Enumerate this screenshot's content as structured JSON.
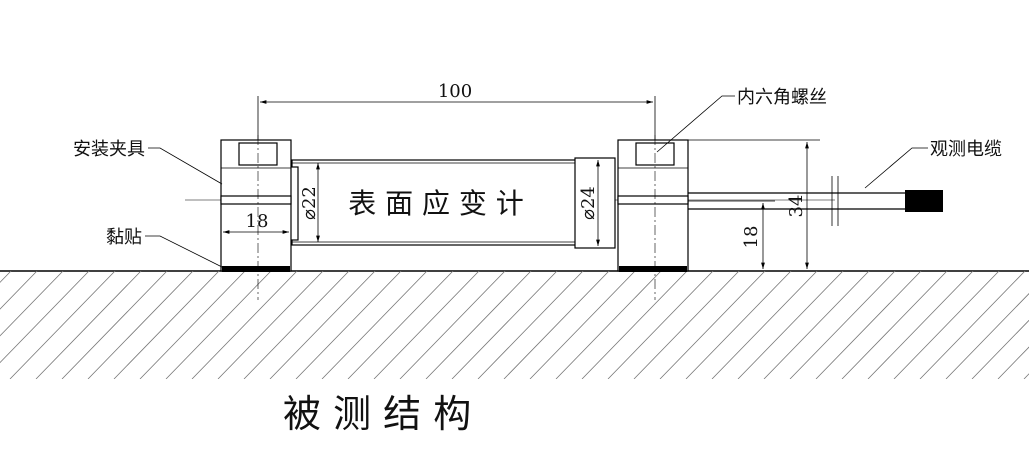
{
  "labels": {
    "mounting_fixture": "安装夹具",
    "adhesive": "黏贴",
    "hex_screw": "内六角螺丝",
    "cable": "观测电缆",
    "gauge": "表 面 应 变 计",
    "structure": "被  测  结  构"
  },
  "dimensions": {
    "length": "100",
    "dia_left": "⌀22",
    "dia_right": "⌀24",
    "fixture_width": "18",
    "center_height": "18",
    "total_height": "34"
  }
}
